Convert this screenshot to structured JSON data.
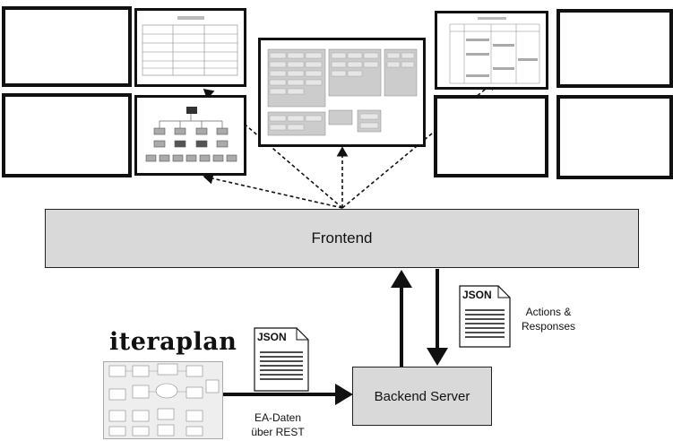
{
  "frontend": {
    "label": "Frontend"
  },
  "backend": {
    "label": "Backend Server"
  },
  "json_doc_1": {
    "label": "JSON"
  },
  "json_doc_2": {
    "label": "JSON"
  },
  "actions_label": {
    "line1": "Actions &",
    "line2": "Responses"
  },
  "ea_label": {
    "line1": "EA-Daten",
    "line2": "über REST"
  },
  "iteraplan": {
    "label": "iteraplan"
  },
  "colors": {
    "box_fill": "#d9d9d9",
    "stroke": "#111111"
  }
}
